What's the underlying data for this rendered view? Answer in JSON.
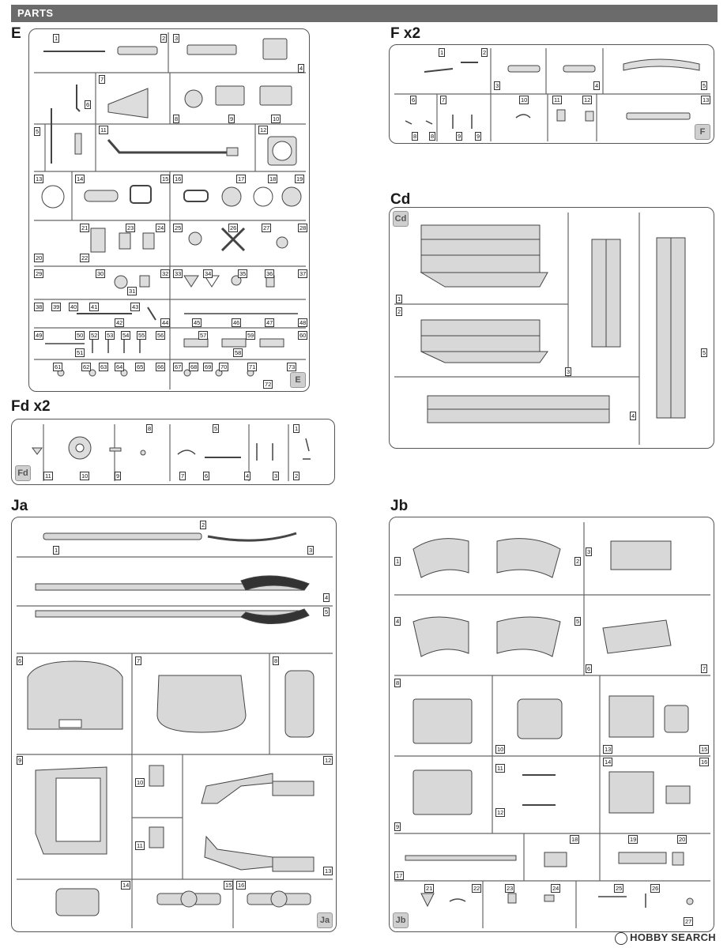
{
  "header": {
    "title": "PARTS"
  },
  "sprues": {
    "E": {
      "title": "E",
      "tag": "E",
      "numbers": [
        "1",
        "2",
        "3",
        "4",
        "5",
        "6",
        "7",
        "8",
        "9",
        "10",
        "11",
        "12",
        "13",
        "14",
        "15",
        "16",
        "17",
        "18",
        "19",
        "20",
        "21",
        "22",
        "23",
        "24",
        "25",
        "26",
        "27",
        "28",
        "29",
        "30",
        "31",
        "32",
        "33",
        "34",
        "35",
        "36",
        "37",
        "38",
        "39",
        "40",
        "41",
        "42",
        "43",
        "44",
        "45",
        "46",
        "47",
        "48",
        "49",
        "50",
        "51",
        "52",
        "53",
        "54",
        "55",
        "56",
        "57",
        "58",
        "59",
        "60",
        "61",
        "62",
        "63",
        "64",
        "65",
        "66",
        "67",
        "68",
        "69",
        "70",
        "71",
        "72",
        "73"
      ]
    },
    "F": {
      "title": "F x2",
      "tag": "F",
      "numbers": [
        "1",
        "2",
        "3",
        "4",
        "5",
        "6",
        "7",
        "8",
        "8",
        "9",
        "9",
        "10",
        "11",
        "12",
        "13"
      ]
    },
    "Cd": {
      "title": "Cd",
      "tag": "Cd",
      "numbers": [
        "1",
        "2",
        "3",
        "4",
        "5"
      ]
    },
    "Fd": {
      "title": "Fd x2",
      "tag": "Fd",
      "numbers": [
        "1",
        "2",
        "3",
        "4",
        "5",
        "6",
        "7",
        "8",
        "9",
        "10",
        "11"
      ]
    },
    "Ja": {
      "title": "Ja",
      "tag": "Ja",
      "numbers": [
        "1",
        "2",
        "3",
        "4",
        "5",
        "6",
        "7",
        "8",
        "9",
        "10",
        "11",
        "12",
        "13",
        "14",
        "15",
        "16"
      ]
    },
    "Jb": {
      "title": "Jb",
      "tag": "Jb",
      "numbers": [
        "1",
        "2",
        "3",
        "4",
        "5",
        "6",
        "7",
        "8",
        "9",
        "10",
        "11",
        "12",
        "13",
        "14",
        "15",
        "16",
        "17",
        "18",
        "19",
        "20",
        "21",
        "22",
        "23",
        "24",
        "25",
        "26",
        "27"
      ]
    }
  },
  "watermark": {
    "text": "HOBBY SEARCH"
  }
}
